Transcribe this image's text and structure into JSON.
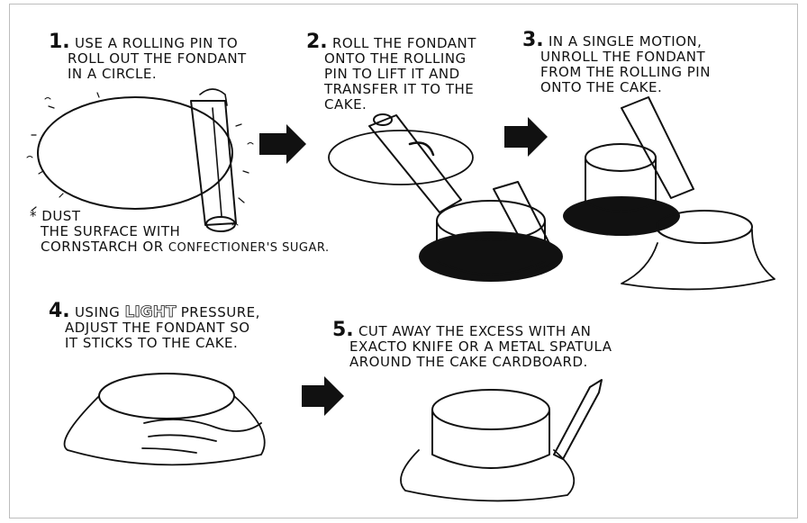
{
  "steps": [
    {
      "num": "1.",
      "lines": [
        "USE A ROLLING PIN TO",
        "ROLL OUT THE FONDANT",
        "IN A CIRCLE."
      ]
    },
    {
      "num": "2.",
      "lines": [
        "ROLL THE FONDANT",
        "ONTO THE ROLLING",
        "PIN TO LIFT IT AND",
        "TRANSFER IT TO THE",
        "CAKE."
      ]
    },
    {
      "num": "3.",
      "lines": [
        "IN A SINGLE MOTION,",
        "UNROLL THE FONDANT",
        "FROM THE ROLLING PIN",
        "ONTO THE CAKE."
      ]
    },
    {
      "num": "4.",
      "pre": "USING",
      "emph": "LIGHT",
      "post": "PRESSURE,",
      "lines": [
        "ADJUST THE FONDANT SO",
        "IT STICKS TO THE CAKE."
      ]
    },
    {
      "num": "5.",
      "lines": [
        "CUT AWAY THE EXCESS WITH AN",
        "EXACTO KNIFE OR A METAL SPATULA",
        "AROUND THE CAKE CARDBOARD."
      ]
    }
  ],
  "note": {
    "line1": "* DUST",
    "line2": "THE SURFACE WITH",
    "line3a": "CORNSTARCH OR",
    "line3b": "CONFECTIONER'S SUGAR."
  }
}
